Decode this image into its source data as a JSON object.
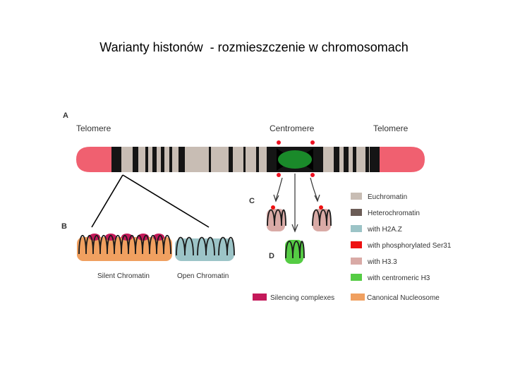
{
  "title": "Warianty histonów  - rozmieszczenie w chromosomach",
  "panels": {
    "a": "A",
    "b": "B",
    "c": "C",
    "d": "D"
  },
  "chromosome": {
    "telomere_left": "Telomere",
    "centromere": "Centromere",
    "telomere_right": "Telomere"
  },
  "chromatin_labels": {
    "silent": "Silent Chromatin",
    "open": "Open Chromatin"
  },
  "legend": [
    {
      "color": "#c8bdb4",
      "label": "Euchromatin"
    },
    {
      "color": "#6b5c56",
      "label": "Heterochromatin"
    },
    {
      "color": "#9cc4c7",
      "label": "with H2A.Z"
    },
    {
      "color": "#ee1111",
      "label": "with phosphorylated Ser31"
    },
    {
      "color": "#d9aaa6",
      "label": "with H3.3"
    },
    {
      "color": "#55cc44",
      "label": "with centromeric H3"
    }
  ],
  "bottom_legend": [
    {
      "color": "#c4195a",
      "label": "Silencing complexes"
    },
    {
      "color": "#f0a060",
      "label": "Canonical Nucleosome"
    }
  ]
}
